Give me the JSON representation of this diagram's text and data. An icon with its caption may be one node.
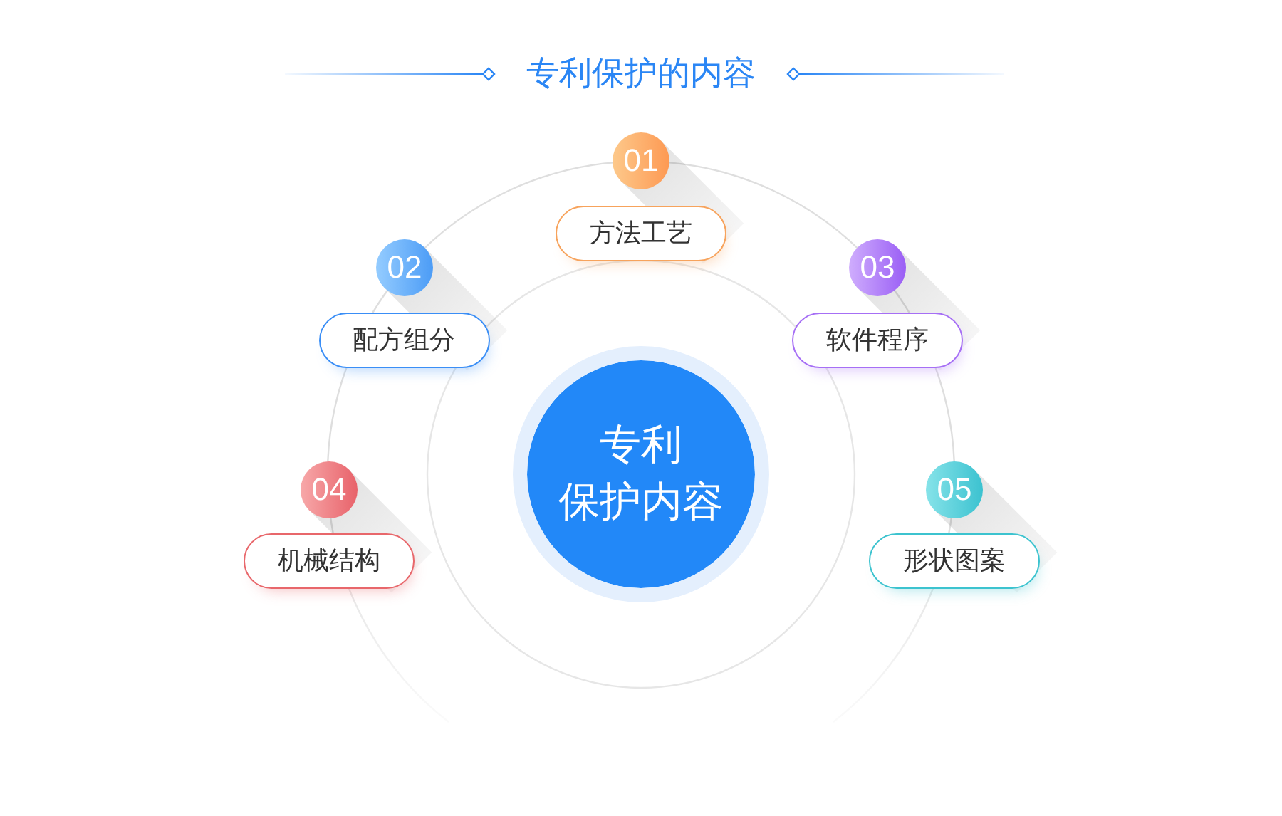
{
  "diagram": {
    "title": "专利保护的内容",
    "nodes": [
      {
        "text": [
          "01"
        ]
      },
      {
        "text": [
          "方法工艺"
        ]
      },
      {
        "text": [
          "02"
        ]
      },
      {
        "text": [
          "配方组分"
        ]
      },
      {
        "text": [
          "03"
        ]
      },
      {
        "text": [
          "软件程序"
        ]
      },
      {
        "text": [
          "专利保护内容"
        ]
      },
      {
        "text": [
          "04"
        ]
      },
      {
        "text": [
          "机械结构"
        ]
      },
      {
        "text": [
          "05"
        ]
      },
      {
        "text": [
          "形状图案"
        ]
      }
    ]
  }
}
